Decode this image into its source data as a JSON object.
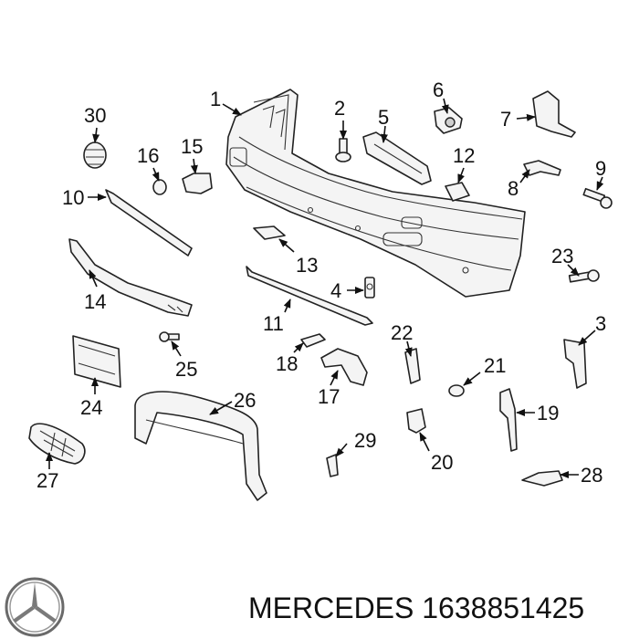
{
  "caption": {
    "brand": "MERCEDES",
    "part_number": "1638851425"
  },
  "logo": {
    "icon": "mercedes-star-icon"
  },
  "callouts": [
    "1",
    "2",
    "3",
    "4",
    "5",
    "6",
    "7",
    "8",
    "9",
    "10",
    "11",
    "12",
    "13",
    "14",
    "15",
    "16",
    "17",
    "18",
    "19",
    "20",
    "21",
    "22",
    "23",
    "24",
    "25",
    "26",
    "27",
    "28",
    "29",
    "30"
  ]
}
